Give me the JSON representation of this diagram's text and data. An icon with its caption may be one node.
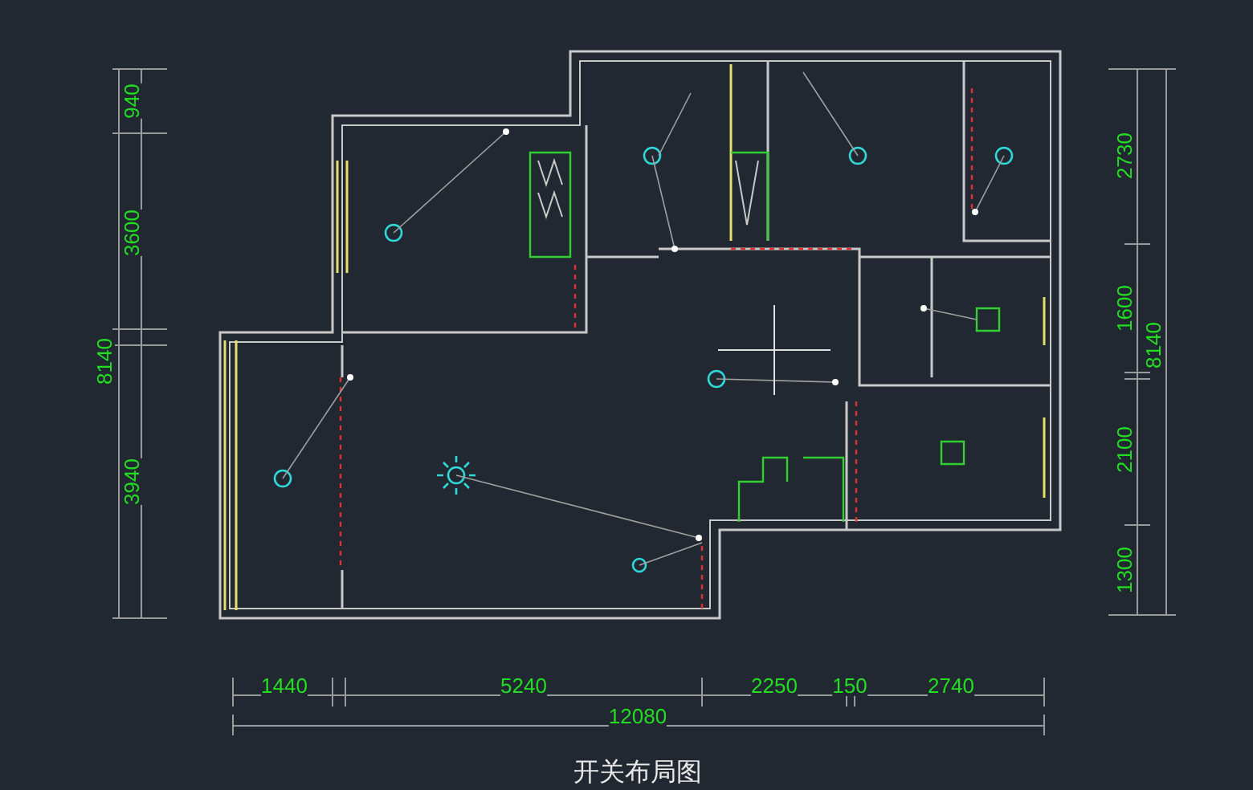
{
  "diagram": {
    "caption": "开关布局图",
    "labels": [
      "940",
      "3600",
      "8140",
      "3940",
      "2730",
      "1600",
      "8140",
      "2100",
      "1300",
      "1440",
      "5240",
      "2250",
      "150",
      "2740",
      "12080"
    ]
  }
}
